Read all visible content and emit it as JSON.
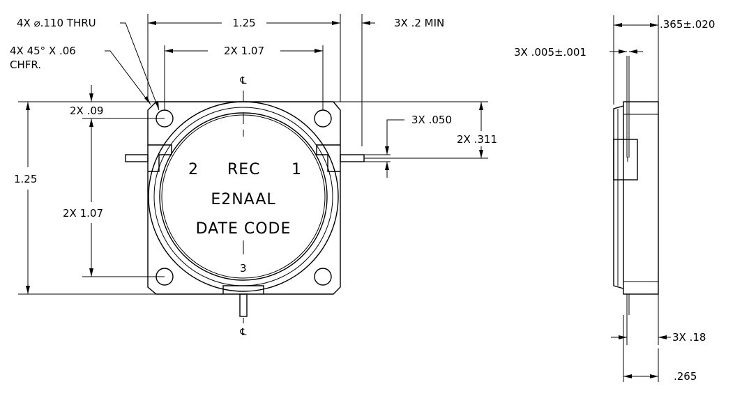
{
  "labels": {
    "hole": "4X ⌀.110 THRU",
    "chamfer_1": "4X 45° X .06",
    "chamfer_2": "CHFR.",
    "width_top": "1.25",
    "tab_min": "3X .2 MIN",
    "hole_spacing_top": "2X 1.07",
    "edge_to_hole": "2X .09",
    "height_left": "1.25",
    "hole_spacing_left": "2X 1.07",
    "pin_width": "3X .050",
    "pin_offset": "2X .311",
    "body_line_1_left": "2",
    "body_line_1_mid": "REC",
    "body_line_1_right": "1",
    "body_line_2": "E2NAAL",
    "body_line_3": "DATE CODE",
    "port_3": "3",
    "centerline_top": "℄",
    "centerline_bottom": "℄",
    "height_side": ".365±.020",
    "pin_thickness": "3X .005±.001",
    "pin_length": "3X .18",
    "base_width": ".265"
  }
}
